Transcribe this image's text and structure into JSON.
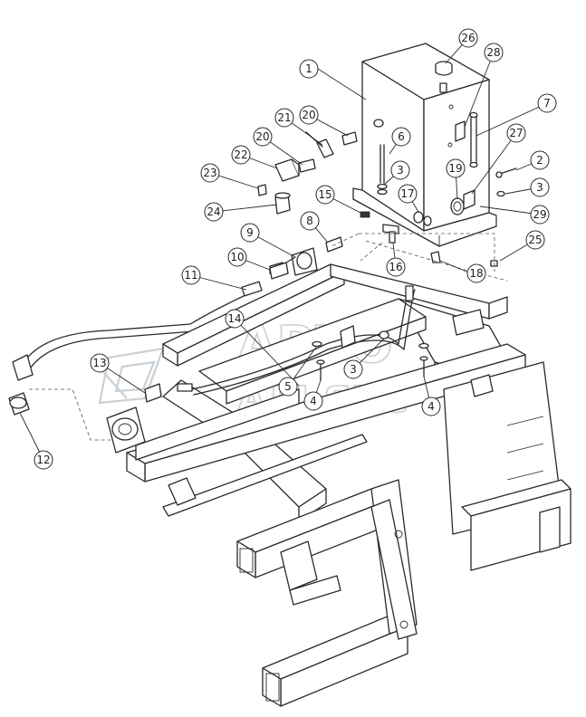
{
  "watermark": {
    "line1": "АВТО",
    "line2": "АЛЬЯНС"
  },
  "callouts": [
    "1",
    "2",
    "3",
    "4",
    "5",
    "6",
    "7",
    "8",
    "9",
    "10",
    "11",
    "12",
    "13",
    "14",
    "15",
    "16",
    "17",
    "18",
    "19",
    "20",
    "21",
    "22",
    "23",
    "24",
    "25",
    "26",
    "27",
    "28",
    "29"
  ]
}
